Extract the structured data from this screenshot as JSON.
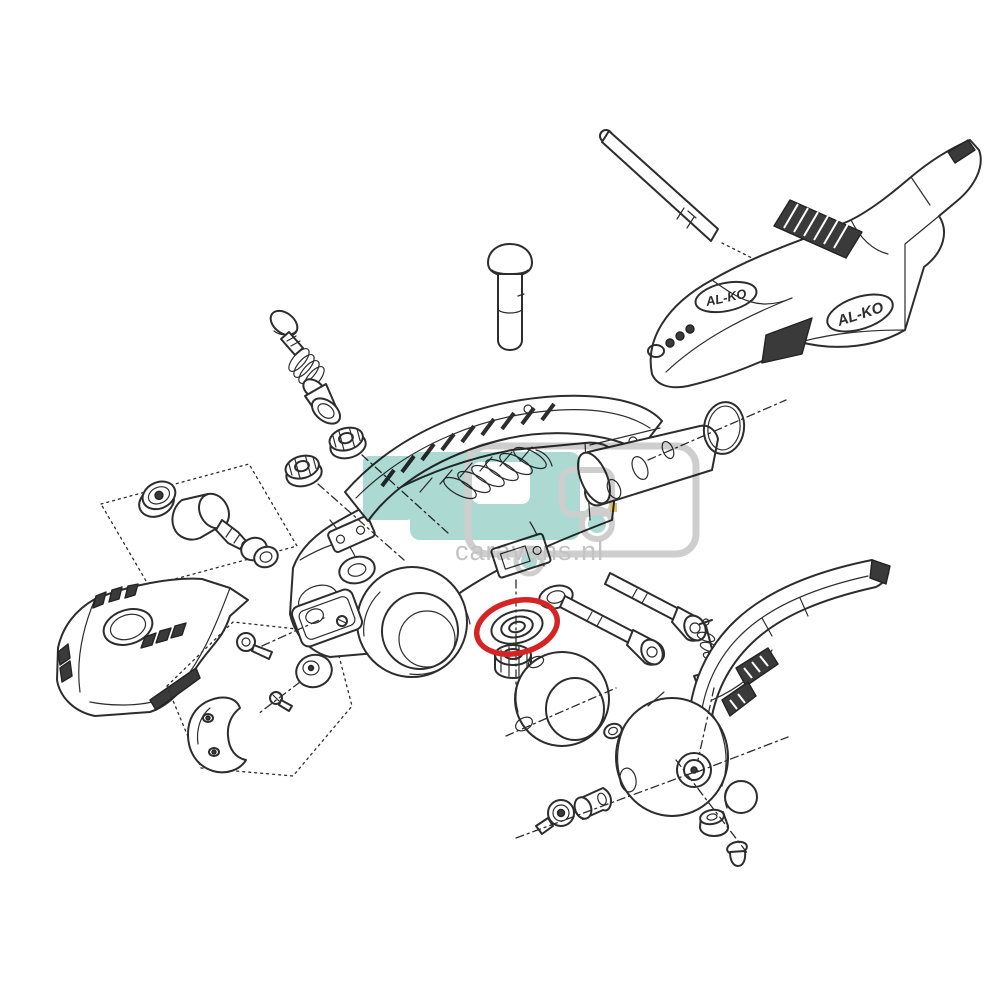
{
  "image": {
    "kind": "exploded-parts-line-drawing",
    "background": "#ffffff"
  },
  "labels": {
    "alko": "AL-KO"
  },
  "watermark": {
    "text": "caravans.nl",
    "teal": "#9fd2cc",
    "gray": "#c6c6c6",
    "yellow": "#d9b850"
  },
  "highlight": {
    "shape": "ellipse",
    "color": "#d62424",
    "part": "washer"
  },
  "colors": {
    "line": "#2d2d2d",
    "dark_fill": "#3a3a3a",
    "background": "#ffffff"
  },
  "parts": [
    "long-clevis-pin",
    "soft-touch-handle-cover",
    "carriage-bolt",
    "button-screw",
    "compression-spring",
    "taper-bushing",
    "flange-nut-a",
    "flange-nut-b",
    "bearing-kit-dashed-box",
    "cup-washer",
    "roller-bearing-shaft",
    "spacer-rings",
    "side-cover-shell",
    "clamp-kit-dashed-box",
    "countersunk-screw",
    "friction-disc",
    "grub-screw",
    "clamp-half-shell",
    "coupling-main-body",
    "coupling-hand-lever",
    "coil-spring",
    "front-ball-cup",
    "rubber-grommet",
    "friction-pad-plate",
    "guide-sleeve",
    "o-ring",
    "flat-washer",
    "highlighted-washer",
    "hex-nut",
    "socket-head-bolt-a",
    "socket-head-bolt-b",
    "tension-stud-with-spring",
    "hex-standoff",
    "stabilizer-lever",
    "ball-socket-cup",
    "small-ring",
    "damper-housing",
    "socket-screw",
    "spacer-sleeve",
    "end-cap",
    "hex-nut-small",
    "rivet-plug"
  ]
}
